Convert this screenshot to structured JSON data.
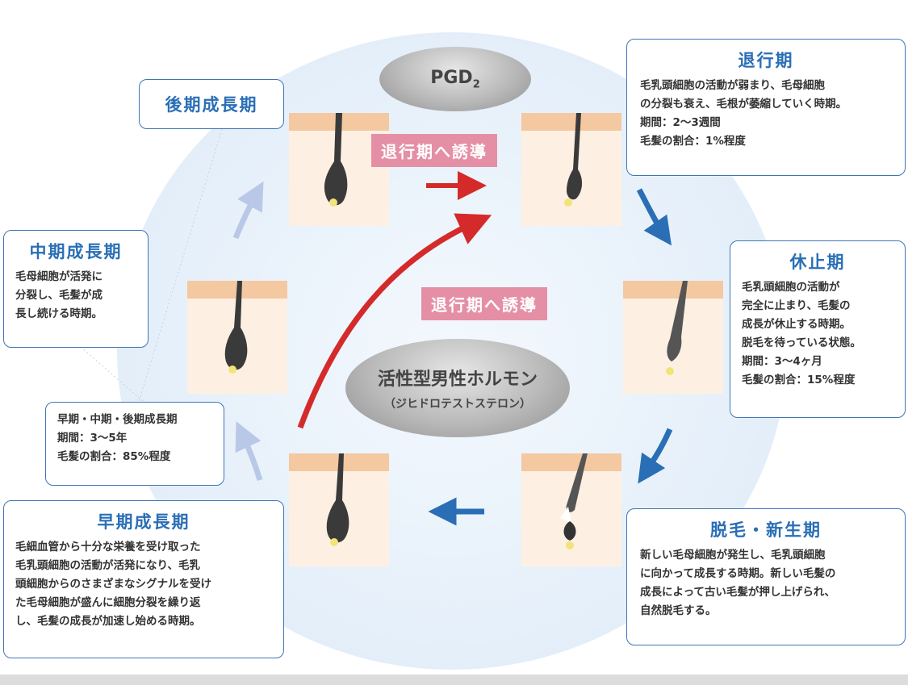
{
  "pgd2": {
    "main": "PGD",
    "sub": "2"
  },
  "hormone": {
    "name": "活性型男性ホルモン",
    "sub": "（ジヒドロテストステロン）"
  },
  "induce_label_top": "退行期へ誘導",
  "induce_label_mid": "退行期へ誘導",
  "late_growth": {
    "title": "後期成長期"
  },
  "mid_growth": {
    "title": "中期成長期",
    "lines": [
      "毛母細胞が活発に",
      "分裂し、毛髪が成",
      "長し続ける時期。"
    ]
  },
  "growth_summary": {
    "lines": [
      "早期・中期・後期成長期",
      "期間：3〜5年",
      "毛髪の割合：85%程度"
    ]
  },
  "early_growth": {
    "title": "早期成長期",
    "lines": [
      "毛細血管から十分な栄養を受け取った",
      "毛乳頭細胞の活動が活発になり、毛乳",
      "頭細胞からのさまざまなシグナルを受け",
      "た毛母細胞が盛んに細胞分裂を繰り返",
      "し、毛髪の成長が加速し始める時期。"
    ]
  },
  "catagen": {
    "title": "退行期",
    "lines": [
      "毛乳頭細胞の活動が弱まり、毛母細胞",
      "の分裂も衰え、毛根が萎縮していく時期。",
      "期間：2〜3週間",
      "毛髪の割合：1%程度"
    ]
  },
  "telogen": {
    "title": "休止期",
    "lines": [
      "毛乳頭細胞の活動が",
      "完全に止まり、毛髪の",
      "成長が休止する時期。",
      "脱毛を待っている状態。",
      "期間：3〜4ヶ月",
      "毛髪の割合：15%程度"
    ]
  },
  "shedding": {
    "title": "脱毛・新生期",
    "lines": [
      "新しい毛母細胞が発生し、毛乳頭細胞",
      "に向かって成長する時期。新しい毛髪の",
      "成長によって古い毛髪が押し上げられ、",
      "自然脱毛する。"
    ]
  },
  "colors": {
    "accent_blue": "#2a6fb6",
    "red_arrow": "#d42a2a",
    "pink_label": "#e58fa6",
    "light_arrow": "#b9c8e6"
  }
}
